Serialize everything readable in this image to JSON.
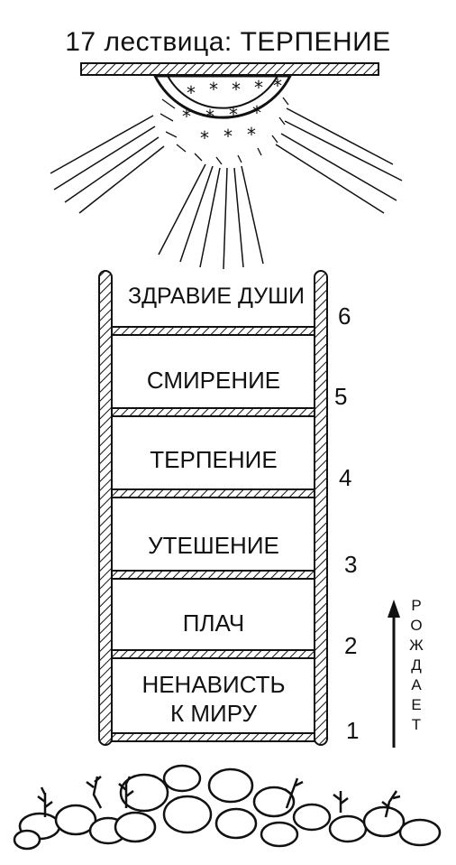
{
  "title": "17 лествица: ТЕРПЕНИЕ",
  "steps": [
    {
      "label": "ЗДРАВИЕ ДУШИ",
      "number": "6"
    },
    {
      "label": "СМИРЕНИЕ",
      "number": "5"
    },
    {
      "label": "ТЕРПЕНИЕ",
      "number": "4"
    },
    {
      "label": "УТЕШЕНИЕ",
      "number": "3"
    },
    {
      "label": "ПЛАЧ",
      "number": "2"
    },
    {
      "label": "НЕНАВИСТЬ К МИРУ",
      "number": "1"
    }
  ],
  "arrow_word": "РОЖДАЕТ",
  "icons": [
    "sun-icon",
    "ladder-icon",
    "arrow-up-icon",
    "stones-icon",
    "sprout-icon"
  ]
}
